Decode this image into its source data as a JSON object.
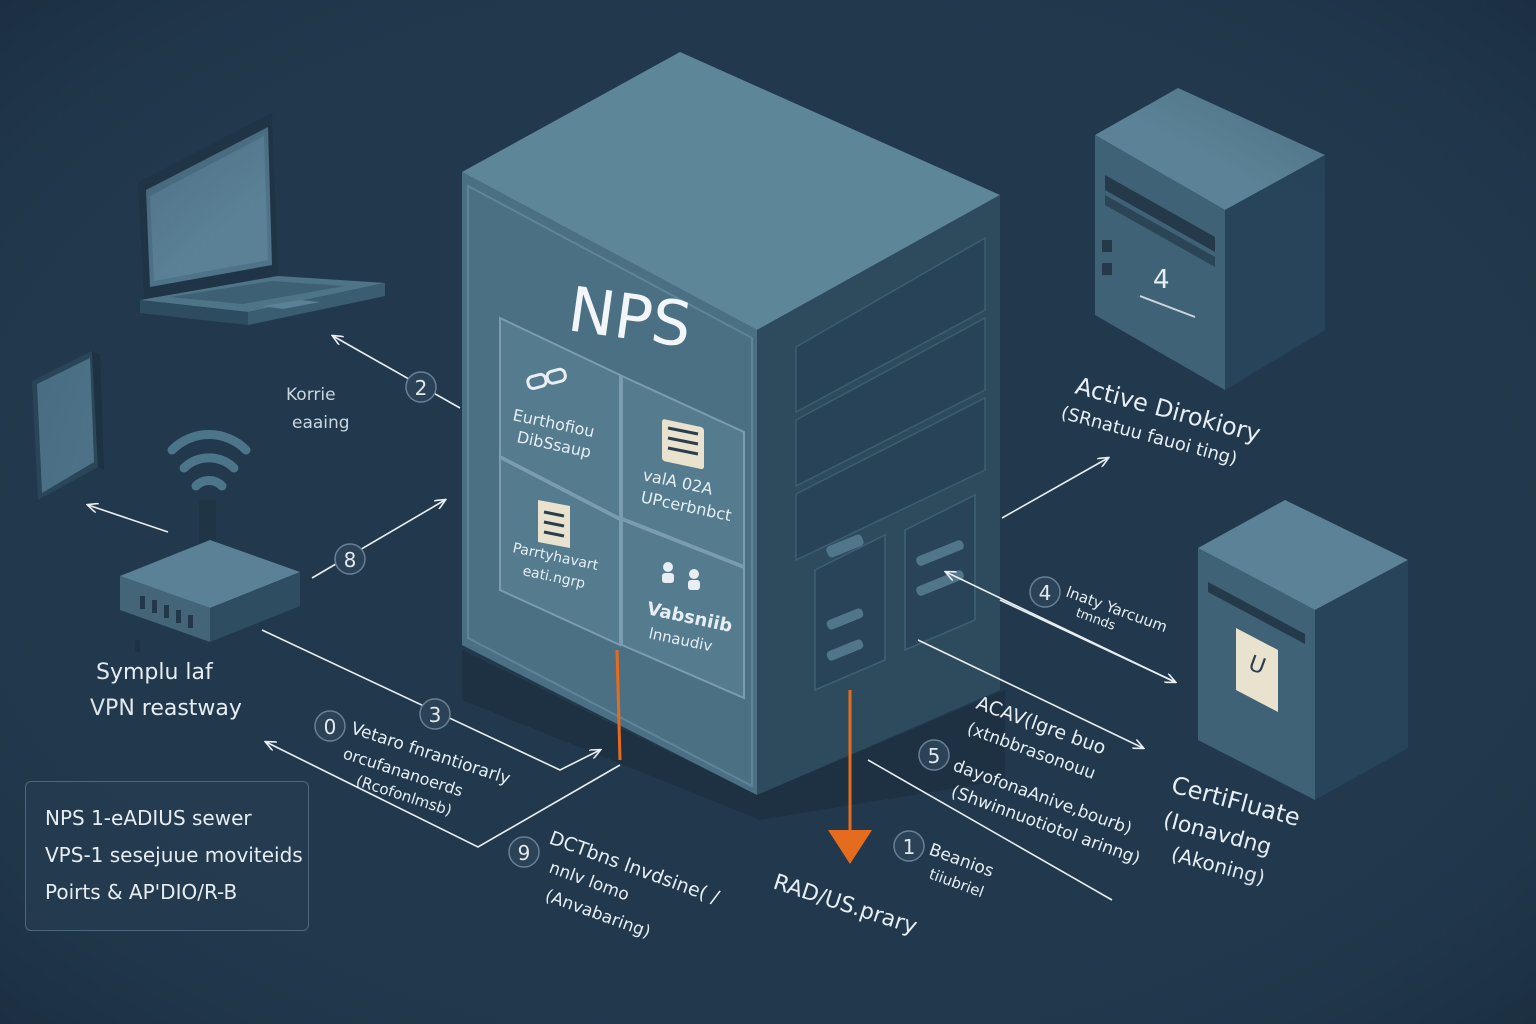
{
  "nps_server": {
    "title": "NPS",
    "panels": [
      {
        "line1": "Eurthofiou",
        "line2": "DibSsaup"
      },
      {
        "line1": "valA 02A",
        "line2": "UPcerbnbct"
      },
      {
        "line1": "Parrtyhavart",
        "line2": "eati.ngrp"
      },
      {
        "line1": "Vabsniib",
        "line2": "lnnaudiv"
      }
    ]
  },
  "devices": {
    "laptop_label": {
      "line1": "Korrie",
      "line2": "eaaing"
    },
    "vpn_gateway_label": {
      "line1": "Symplu laf",
      "line2": "VPN reastway"
    },
    "active_directory": {
      "badge": "4",
      "line1": "Active Dirokiory",
      "line2": "(SRnatuu fauoi ting)"
    },
    "certificate": {
      "line1": "CertiFluate",
      "line2": "(Ionavdng",
      "line3": "(Akoning)"
    }
  },
  "flows": [
    {
      "num": "2"
    },
    {
      "num": "8"
    },
    {
      "num": "3"
    },
    {
      "num": "0",
      "line1": "Vetaro fnrantiorarly",
      "line2": "orcufananoerds",
      "line3": "(Rcofonlmsb)"
    },
    {
      "num": "9",
      "line1": "DCTbns lnvdsine( /",
      "line2": "nnlv lomo",
      "line3": "(Anvabaring)"
    },
    {
      "num": "4",
      "line1": "lnaty Yarcuum",
      "line2": "tmnds"
    },
    {
      "num": "5",
      "line1": "ACAV(lgre buo",
      "line2": "(xtnbbrasonouu",
      "line3": "dayofonaAnive,bourb)",
      "line4": "(Shwinnuotiotol arinng)"
    },
    {
      "num": "1",
      "line1": "Beanios",
      "line2": "tiiubriel"
    }
  ],
  "radius_label": "RAD/US.prary",
  "legend": [
    "NPS 1-eADIUS sewer",
    "VPS-1 sesejuue moviteids",
    "Poirts & AP'DIO/R-B"
  ]
}
